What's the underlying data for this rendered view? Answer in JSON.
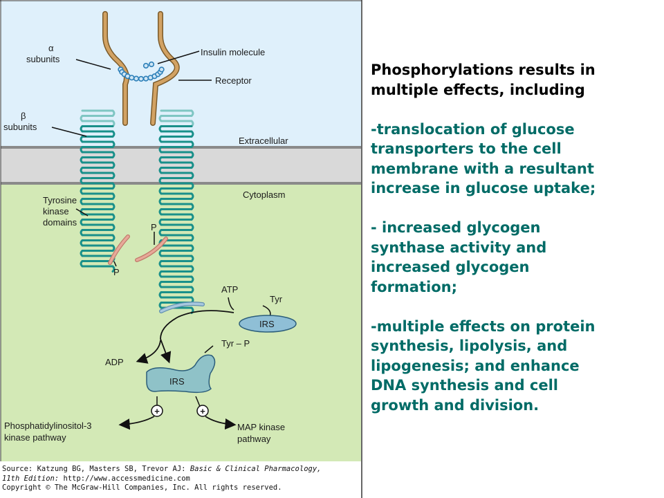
{
  "figure": {
    "labels": {
      "alpha_symbol": "α",
      "alpha_subunits": "subunits",
      "insulin_molecule": "Insulin molecule",
      "receptor": "Receptor",
      "beta_symbol": "β",
      "beta_subunits": "subunits",
      "extracellular": "Extracellular",
      "cytoplasm": "Cytoplasm",
      "tyrosine_kinase_line1": "Tyrosine",
      "tyrosine_kinase_line2": "kinase",
      "tyrosine_kinase_line3": "domains",
      "p_top": "P",
      "p_bottom": "P",
      "atp": "ATP",
      "tyr": "Tyr",
      "irs_inactive": "IRS",
      "adp": "ADP",
      "tyr_p": "Tyr – P",
      "irs_active": "IRS",
      "plus_left": "+",
      "plus_right": "+",
      "pi3k_line1": "Phosphatidylinositol-3",
      "pi3k_line2": "kinase pathway",
      "mapk_line1": "MAP kinase",
      "mapk_line2": "pathway"
    },
    "colors": {
      "extracellular_bg": "#dff0fb",
      "cytoplasm_bg": "#d3e9b6",
      "membrane": "#d9d9d9",
      "alpha_chain": "#c89a5a",
      "beta_chain": "#19908a",
      "beta_chain_light": "#7fc6c3",
      "insulin": "#2c7fb8",
      "irs": "#8fbfd6"
    },
    "source": {
      "line1_prefix": "Source: Katzung BG, Masters SB, Trevor AJ: ",
      "line1_italic": "Basic & Clinical Pharmacology,",
      "line2_italic": "11th Edition:",
      "line2_rest": " http://www.accessmedicine.com",
      "line3": "Copyright © The McGraw-Hill Companies, Inc. All rights reserved."
    }
  },
  "text_panel": {
    "heading_line1": "Phosphorylations results in",
    "heading_line2": "multiple effects, including",
    "item1_line1": "-translocation of glucose",
    "item1_line2": "transporters to the cell",
    "item1_line3": "membrane with a resultant",
    "item1_line4": "increase in glucose uptake;",
    "item2_line1": "- increased glycogen",
    "item2_line2": "synthase activity and",
    "item2_line3": "increased glycogen",
    "item2_line4": "formation;",
    "item3_line1": "-multiple effects on protein",
    "item3_line2": "synthesis, lipolysis, and",
    "item3_line3": "lipogenesis; and enhance",
    "item3_line4": "DNA synthesis and cell",
    "item3_line5": "growth and division."
  }
}
